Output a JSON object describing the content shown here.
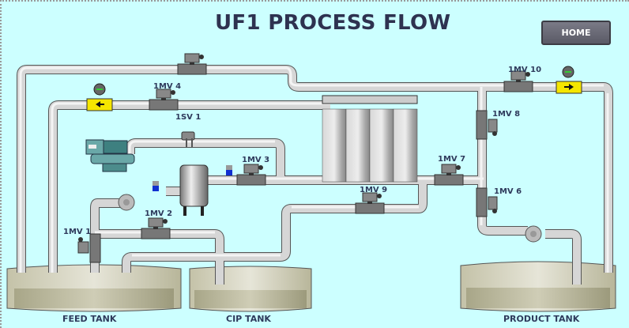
{
  "header": {
    "title": "UF1 PROCESS FLOW",
    "home_label": "HOME"
  },
  "valves": [
    {
      "id": "1MV 1",
      "label": "1MV 1"
    },
    {
      "id": "1MV 2",
      "label": "1MV 2"
    },
    {
      "id": "1MV 3",
      "label": "1MV 3"
    },
    {
      "id": "1MV 4",
      "label": "1MV 4"
    },
    {
      "id": "1MV 6",
      "label": "1MV 6"
    },
    {
      "id": "1MV 7",
      "label": "1MV 7"
    },
    {
      "id": "1MV 8",
      "label": "1MV 8"
    },
    {
      "id": "1MV 9",
      "label": "1MV 9"
    },
    {
      "id": "1MV 10",
      "label": "1MV 10"
    },
    {
      "id": "1SV 1",
      "label": "1SV 1"
    }
  ],
  "tanks": {
    "feed": "FEED TANK",
    "cip": "CIP TANK",
    "product": "PRODUCT TANK"
  },
  "flowmeters": [
    {
      "name": "flowmeter-left",
      "direction": "left"
    },
    {
      "name": "flowmeter-right",
      "direction": "right"
    }
  ],
  "colors": {
    "background": "#ccffff",
    "pipe": "#c8c8c8",
    "flowmeter": "#f5e600",
    "tank": "#d6d4be",
    "title": "#2e3250"
  }
}
